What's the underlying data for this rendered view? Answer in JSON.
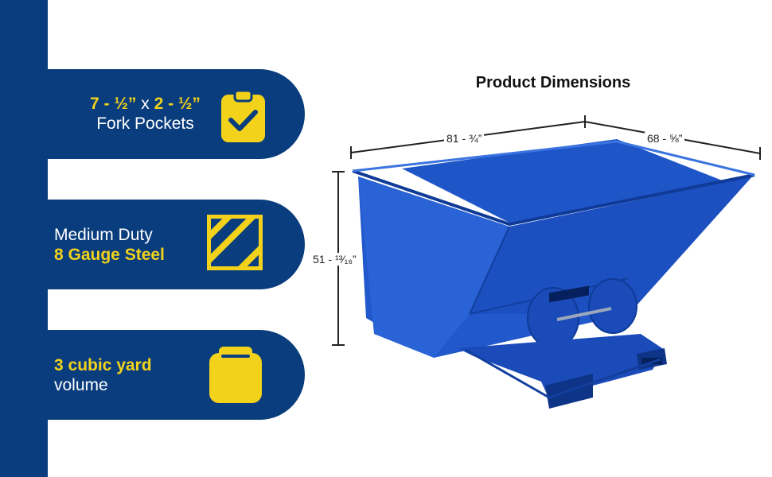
{
  "features": [
    {
      "line1_a": "7 - ½”",
      "line1_b": " x ",
      "line1_c": "2 - ½”",
      "line2": "Fork Pockets",
      "icon": "clipboard-check-icon"
    },
    {
      "line1": "Medium Duty",
      "line2": "8 Gauge Steel",
      "icon": "striped-square-icon"
    },
    {
      "line1": "3 cubic yard",
      "line2": "volume",
      "icon": "box-icon"
    }
  ],
  "dimensions": {
    "title": "Product Dimensions",
    "width": "81 - ¾”",
    "depth": "68 - ⅝”",
    "height": "51 - ¹³⁄₁₆”"
  },
  "colors": {
    "navy": "#0a3d7d",
    "yellow": "#f2d21b",
    "hopper_blue": "#1a4fc0"
  }
}
